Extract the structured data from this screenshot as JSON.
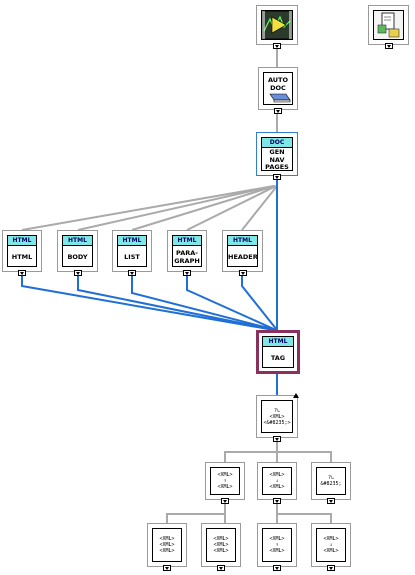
{
  "nodes": {
    "vi_top": {
      "icon": "vi-run-icon"
    },
    "vi_corner": {
      "icon": "vi-hierarchy-icon"
    },
    "autodoc": {
      "lines": "AUTO\nDOC"
    },
    "docgen": {
      "header": "DOC",
      "lines": "GEN\nNAV\nPAGES"
    },
    "html_html": {
      "header": "HTML",
      "lines": "HTML"
    },
    "html_body": {
      "header": "HTML",
      "lines": "BODY"
    },
    "html_list": {
      "header": "HTML",
      "lines": "LIST"
    },
    "html_para": {
      "header": "HTML",
      "lines": "PARA-\nGRAPH"
    },
    "html_header": {
      "header": "HTML",
      "lines": "HEADER"
    },
    "html_tag": {
      "header": "HTML",
      "lines": "TAG"
    },
    "escape": {
      "text": "<&#8235;>",
      "icon": "escape-xml-icon"
    },
    "xml1": {
      "text": "<XML>"
    },
    "xml2": {
      "text": "<XML>"
    },
    "entity": {
      "text": "&#8235;"
    },
    "xml3": {
      "text": "<XML>"
    },
    "xml4": {
      "text": "<XML>"
    },
    "xml5": {
      "text": "<XML>"
    },
    "xml6": {
      "text": "<XML>"
    }
  },
  "colors": {
    "wire_gray": "#aaaaaa",
    "wire_blue": "#1f6fd6",
    "cyan_header": "#7fe7e7",
    "selected_border": "#8b2f5c"
  }
}
